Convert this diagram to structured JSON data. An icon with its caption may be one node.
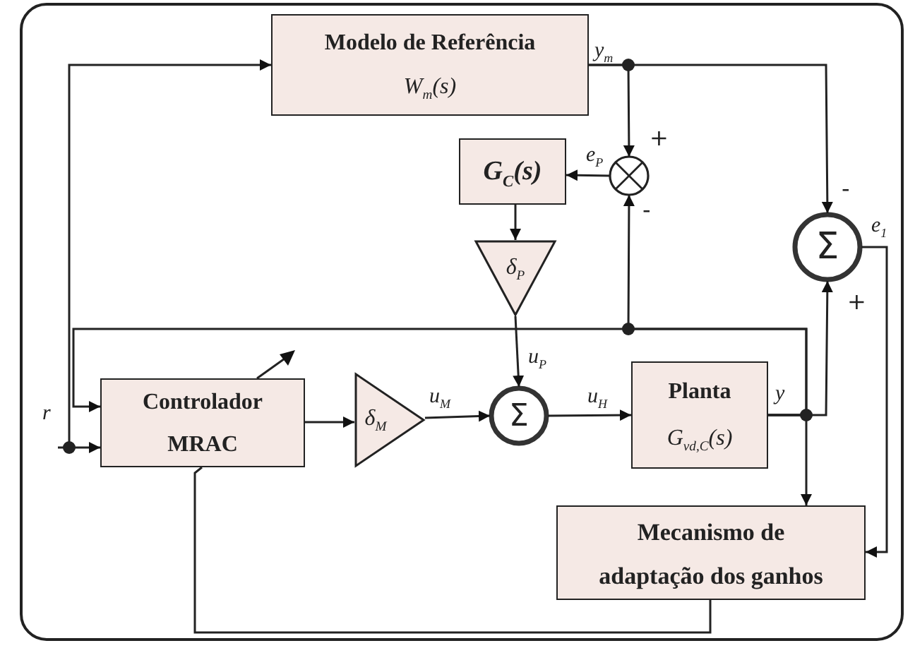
{
  "diagram": {
    "nodes": [
      {
        "text": [
          "Modelo de Referência",
          "W$_{m}$(s)"
        ]
      },
      {
        "text": [
          "G$_{C}$(s)"
        ]
      },
      {
        "text": [],
        "shape": "circle"
      },
      {
        "text": [
          "δ$_{P}$"
        ]
      },
      {
        "text": [
          "Σ"
        ]
      },
      {
        "text": [
          "Controlador MRAC"
        ]
      },
      {
        "text": [
          "δ$_{M}$"
        ]
      },
      {
        "text": [
          "Σ"
        ]
      },
      {
        "text": [
          "Planta",
          "G$_{vd,C}$(s)"
        ]
      },
      {
        "text": [
          "Mecanismo de adaptação dos ganhos"
        ]
      }
    ],
    "edges": [
      {
        "from": null,
        "to": 5,
        "arrow": "to"
      },
      {
        "from": null,
        "to": 0,
        "arrow": "to"
      },
      {
        "from": 0,
        "to": 2,
        "arrow": "to"
      },
      {
        "from": 0,
        "to": 4,
        "arrow": "to"
      },
      {
        "from": 2,
        "to": 1,
        "arrow": "to",
        "label": "e$_{P}$"
      },
      {
        "from": 1,
        "to": 3,
        "arrow": "to"
      },
      {
        "from": 3,
        "to": 7,
        "arrow": "to",
        "label": "u$_{P}$"
      },
      {
        "from": 5,
        "to": 6,
        "arrow": "to"
      },
      {
        "from": 6,
        "to": 7,
        "arrow": "to",
        "label": "u$_{M}$"
      },
      {
        "from": 7,
        "to": 8,
        "arrow": "to",
        "label": "u$_{H}$"
      },
      {
        "from": 8,
        "to": 4,
        "arrow": "to"
      },
      {
        "from": 8,
        "to": 9,
        "arrow": "to"
      },
      {
        "from": 8,
        "to": 2,
        "arrow": "to"
      },
      {
        "from": 8,
        "to": 5,
        "arrow": "to"
      },
      {
        "from": 4,
        "to": 9,
        "arrow": "to"
      },
      {
        "from": 9,
        "to": 5,
        "arrow": "none"
      }
    ],
    "labels": [
      "y$_{m}$",
      "+",
      "-",
      "-",
      "+",
      "e$_{1}$",
      "y",
      "r"
    ]
  }
}
